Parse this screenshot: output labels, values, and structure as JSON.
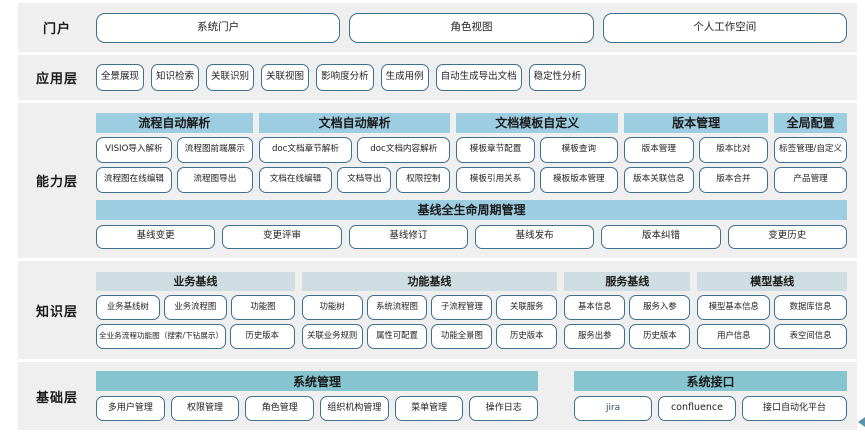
{
  "layers": [
    {
      "id": "portal",
      "label": "门户",
      "items": [
        "系统门户",
        "角色视图",
        "个人工作空间"
      ]
    },
    {
      "id": "application",
      "label": "应用层",
      "items": [
        "全景展现",
        "知识检索",
        "关联识别",
        "关联视图",
        "影响度分析",
        "生成用例",
        "自动生成导出文档",
        "稳定性分析"
      ]
    },
    {
      "id": "capability",
      "label": "能力层",
      "groups": [
        {
          "title": "流程自动解析",
          "rows": [
            [
              "VISIO导入解析",
              "流程图前端展示"
            ],
            [
              "流程图在线编辑",
              "流程图导出"
            ]
          ]
        },
        {
          "title": "文档自动解析",
          "rows": [
            [
              "doc文档章节解析",
              "doc文档内容解析"
            ],
            [
              "文档在线编辑",
              "文档导出",
              "权限控制"
            ]
          ]
        },
        {
          "title": "文档模板自定义",
          "rows": [
            [
              "模板章节配置",
              "模板查询"
            ],
            [
              "模板引用关系",
              "模板版本管理"
            ]
          ]
        },
        {
          "title": "版本管理",
          "rows": [
            [
              "版本管理",
              "版本比对"
            ],
            [
              "版本关联信息",
              "版本合并"
            ]
          ]
        },
        {
          "title": "全局配置",
          "rows": [
            [
              "标签管理/自定义"
            ],
            [
              "产品管理"
            ]
          ]
        }
      ],
      "lifecycle": {
        "title": "基线全生命周期管理",
        "items": [
          "基线变更",
          "变更评审",
          "基线修订",
          "基线发布",
          "版本纠错",
          "变更历史"
        ]
      }
    },
    {
      "id": "knowledge",
      "label": "知识层",
      "groups": [
        {
          "title": "业务基线",
          "rows": [
            [
              "业务基线树",
              "业务流程图",
              "功能图"
            ],
            [
              "全业务流程功能图（搜索/下钻展示）",
              "历史版本"
            ]
          ]
        },
        {
          "title": "功能基线",
          "rows": [
            [
              "功能树",
              "系统流程图",
              "子流程管理",
              "关联服务"
            ],
            [
              "关联业务规则",
              "属性可配置",
              "功能全景图",
              "历史版本"
            ]
          ]
        },
        {
          "title": "服务基线",
          "rows": [
            [
              "基本信息",
              "服务入参"
            ],
            [
              "服务出参",
              "历史版本"
            ]
          ]
        },
        {
          "title": "模型基线",
          "rows": [
            [
              "模型基本信息",
              "数据库信息"
            ],
            [
              "用户信息",
              "表空间信息"
            ]
          ]
        }
      ]
    },
    {
      "id": "foundation",
      "label": "基础层",
      "groups": [
        {
          "title": "系统管理",
          "rows": [
            [
              "多用户管理",
              "权限管理",
              "角色管理",
              "组织机构管理",
              "菜单管理",
              "操作日志"
            ]
          ]
        },
        {
          "title": "系统接口",
          "rows": [
            [
              "jira",
              "confluence",
              "接口自动化平台"
            ]
          ]
        }
      ]
    }
  ],
  "colors": {
    "row_background": "#efeff0",
    "capability_header": "#9dcde0",
    "knowledge_header": "#cddde2",
    "foundation_header": "#86c5cf",
    "pill_border": "#3e6f8e",
    "text": "#1b1b1b"
  }
}
